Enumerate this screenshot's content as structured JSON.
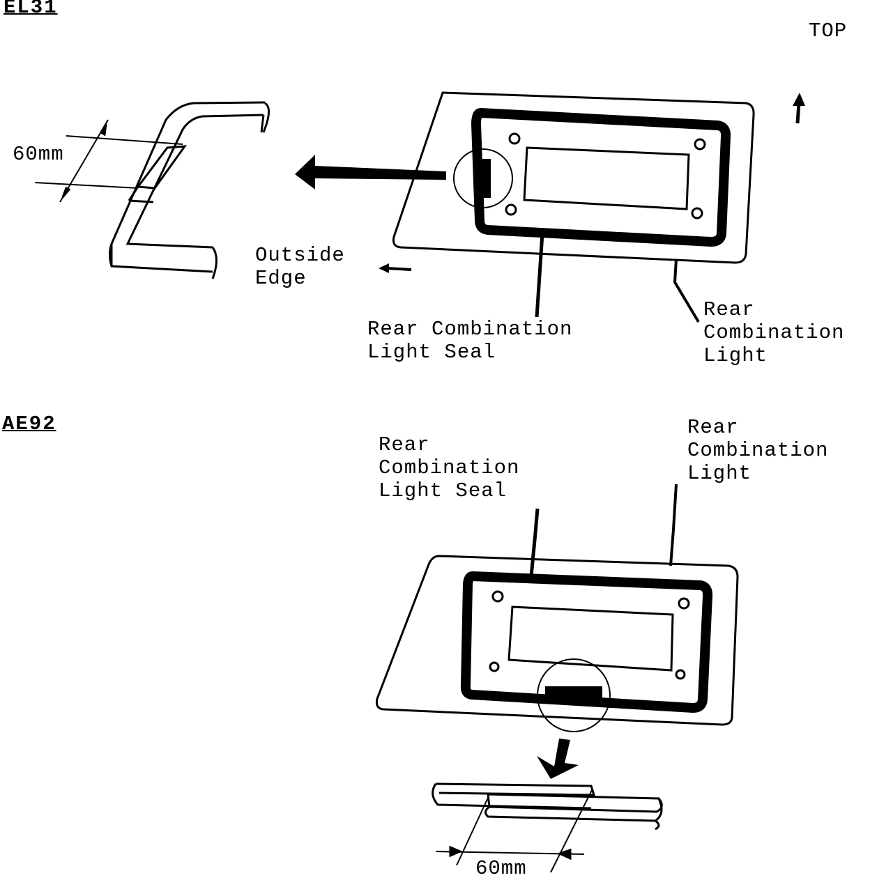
{
  "sections": {
    "el31": {
      "title": "EL31",
      "top_label": "TOP",
      "dimension": "60mm",
      "outside_edge": {
        "line1": "Outside",
        "line2": "Edge"
      },
      "seal_label": {
        "line1": "Rear Combination",
        "line2": "Light Seal"
      },
      "light_label": {
        "line1": "Rear",
        "line2": "Combination",
        "line3": "Light"
      }
    },
    "ae92": {
      "title": "AE92",
      "seal_label": {
        "line1": "Rear",
        "line2": "Combination",
        "line3": "Light Seal"
      },
      "light_label": {
        "line1": "Rear",
        "line2": "Combination",
        "line3": "Light"
      },
      "dimension": "60mm"
    }
  },
  "colors": {
    "ink": "#000000",
    "paper": "#ffffff"
  }
}
